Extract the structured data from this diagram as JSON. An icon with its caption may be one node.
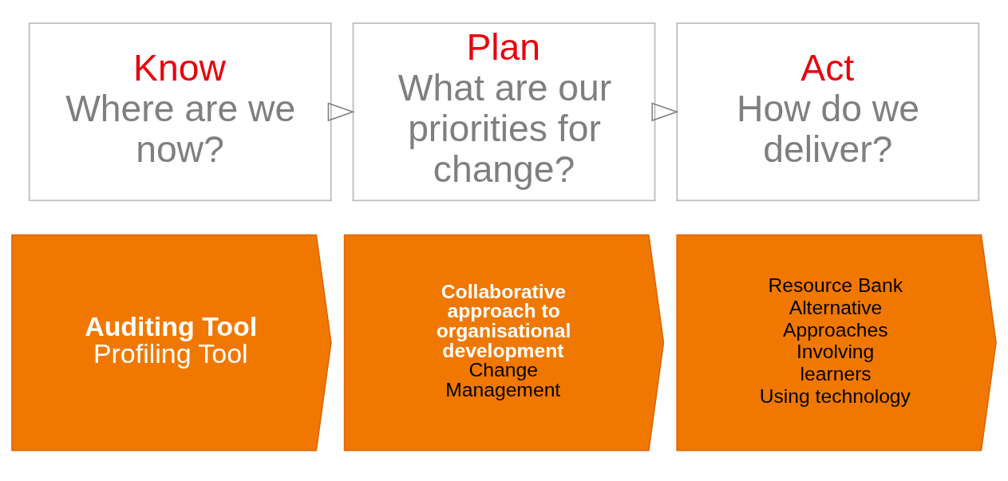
{
  "diagram": {
    "nodes": [
      {
        "text": [
          "Know",
          "Where are we now?"
        ]
      },
      {
        "text": [
          "Plan",
          "What are our priorities for change?"
        ]
      },
      {
        "text": [
          "Act",
          "How do we deliver?"
        ]
      },
      {
        "text": [
          "Auditing Tool",
          "Profiling Tool"
        ]
      },
      {
        "text": [
          "Collaborative approach to organisational development",
          "Change Management"
        ]
      },
      {
        "text": [
          "Resource Bank",
          "Alternative Approaches",
          "Involving learners",
          "Using technology"
        ]
      }
    ],
    "edges": [
      {
        "from": 0,
        "to": 1,
        "arrow": "to"
      },
      {
        "from": 1,
        "to": 2,
        "arrow": "to"
      }
    ]
  }
}
